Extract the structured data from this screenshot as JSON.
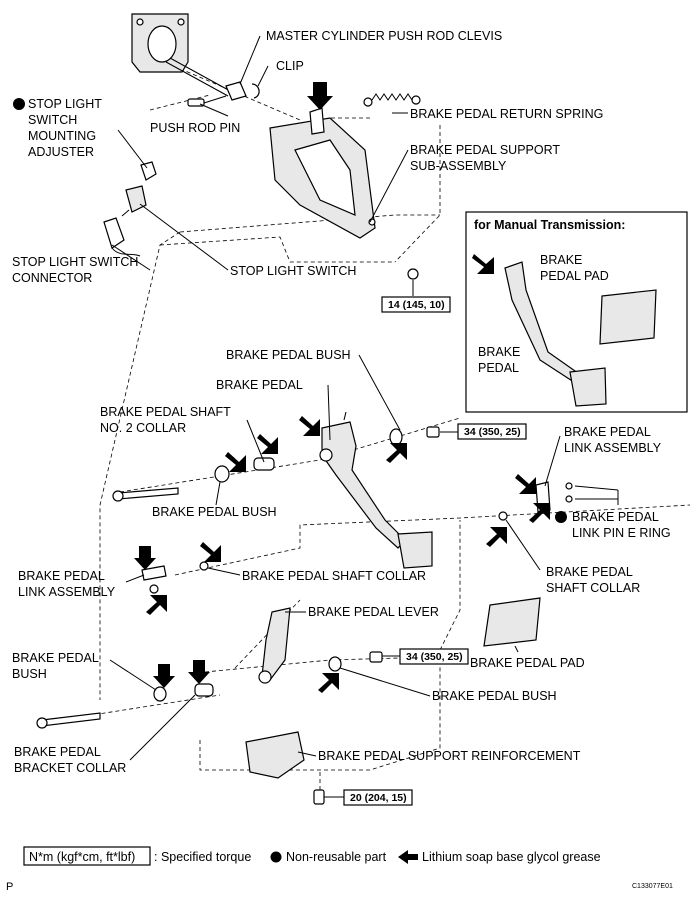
{
  "labels": {
    "master_cylinder_clevis": "MASTER CYLINDER PUSH ROD CLEVIS",
    "clip": "CLIP",
    "push_rod_pin": "PUSH ROD PIN",
    "stop_light_adjuster": [
      "STOP LIGHT",
      "SWITCH",
      "MOUNTING",
      "ADJUSTER"
    ],
    "return_spring": "BRAKE PEDAL RETURN SPRING",
    "support_subassembly": [
      "BRAKE PEDAL SUPPORT",
      "SUB-ASSEMBLY"
    ],
    "stop_light_connector": [
      "STOP LIGHT SWITCH",
      "CONNECTOR"
    ],
    "stop_light_switch": "STOP LIGHT SWITCH",
    "manual_title": "for Manual Transmission:",
    "manual_pad": [
      "BRAKE",
      "PEDAL PAD"
    ],
    "manual_pedal": [
      "BRAKE",
      "PEDAL"
    ],
    "bush_upper": "BRAKE PEDAL BUSH",
    "brake_pedal": "BRAKE PEDAL",
    "shaft_no2_collar": [
      "BRAKE PEDAL SHAFT",
      "NO. 2 COLLAR"
    ],
    "bush_left": "BRAKE PEDAL BUSH",
    "link_assembly_right": [
      "BRAKE PEDAL",
      "LINK ASSEMBLY"
    ],
    "link_pin_ering": [
      "BRAKE PEDAL",
      "LINK PIN E RING"
    ],
    "shaft_collar_right": [
      "BRAKE PEDAL",
      "SHAFT COLLAR"
    ],
    "shaft_collar_mid": "BRAKE PEDAL SHAFT COLLAR",
    "link_assembly_left": [
      "BRAKE PEDAL",
      "LINK ASSEMBLY"
    ],
    "pedal_lever": "BRAKE PEDAL LEVER",
    "pedal_pad": "BRAKE PEDAL PAD",
    "bush_lower_left": [
      "BRAKE PEDAL",
      "BUSH"
    ],
    "bush_lower_right": "BRAKE PEDAL BUSH",
    "bracket_collar": [
      "BRAKE PEDAL",
      "BRACKET COLLAR"
    ],
    "support_reinforcement": "BRAKE PEDAL SUPPORT REINFORCEMENT"
  },
  "torques": {
    "t1": "14 (145, 10)",
    "t2": "34 (350, 25)",
    "t3": "34 (350, 25)",
    "t4": "20 (204, 15)"
  },
  "legend": {
    "torque_box": "N*m (kgf*cm, ft*lbf)",
    "torque_text": ": Specified torque",
    "nonreusable": "Non-reusable part",
    "grease": "Lithium soap base glycol grease"
  },
  "footer": {
    "left": "P",
    "right": "C133077E01"
  }
}
